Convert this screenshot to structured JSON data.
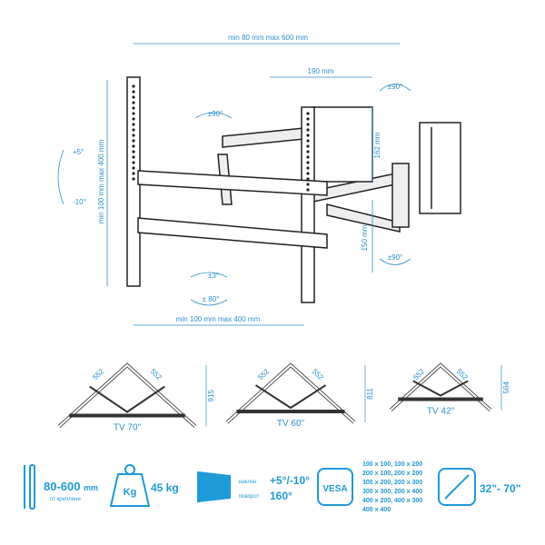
{
  "main_diagram": {
    "top_width": "min 80 mm max 600 mm",
    "arm_width": "190 mm",
    "swivel_top": "±90°",
    "swivel_left": "±90°",
    "plate_height": "162 mm",
    "arm_height": "150 mm",
    "swivel_right": "±90°",
    "roll": "±3°",
    "rotate": "± 80°",
    "tilt_up": "+5°",
    "tilt_down": "-10°",
    "vertical_spacing": "min 100 mm max 400 mm",
    "horizontal_spacing": "min 100 mm max 400 mm"
  },
  "corner_views": [
    {
      "side_a": "552",
      "side_b": "552",
      "depth": "915",
      "label": "TV 70\""
    },
    {
      "side_a": "552",
      "side_b": "552",
      "depth": "811",
      "label": "TV 60\""
    },
    {
      "side_a": "552",
      "side_b": "552",
      "depth": "564",
      "label": "TV 42\""
    }
  ],
  "specs": {
    "distance": "80-600",
    "distance_unit": "mm",
    "distance_note": "от креплени",
    "weight_icon": "Kg",
    "weight": "45 kg",
    "tilt_label": "наклон",
    "tilt": "+5°/-10°",
    "swivel_label": "поворот",
    "swivel": "160°",
    "vesa": "VESA",
    "vesa_sizes": [
      "100 x 100, 100 x 200",
      "200 x 100, 200 x 200",
      "300 x 200, 200 x 300",
      "300 x 300, 200 x 400",
      "400 x 200, 400 x 300",
      "400 x 400"
    ],
    "screen_size": "32\"- 70\""
  },
  "colors": {
    "accent": "#1e9ad6",
    "line": "#222222"
  }
}
